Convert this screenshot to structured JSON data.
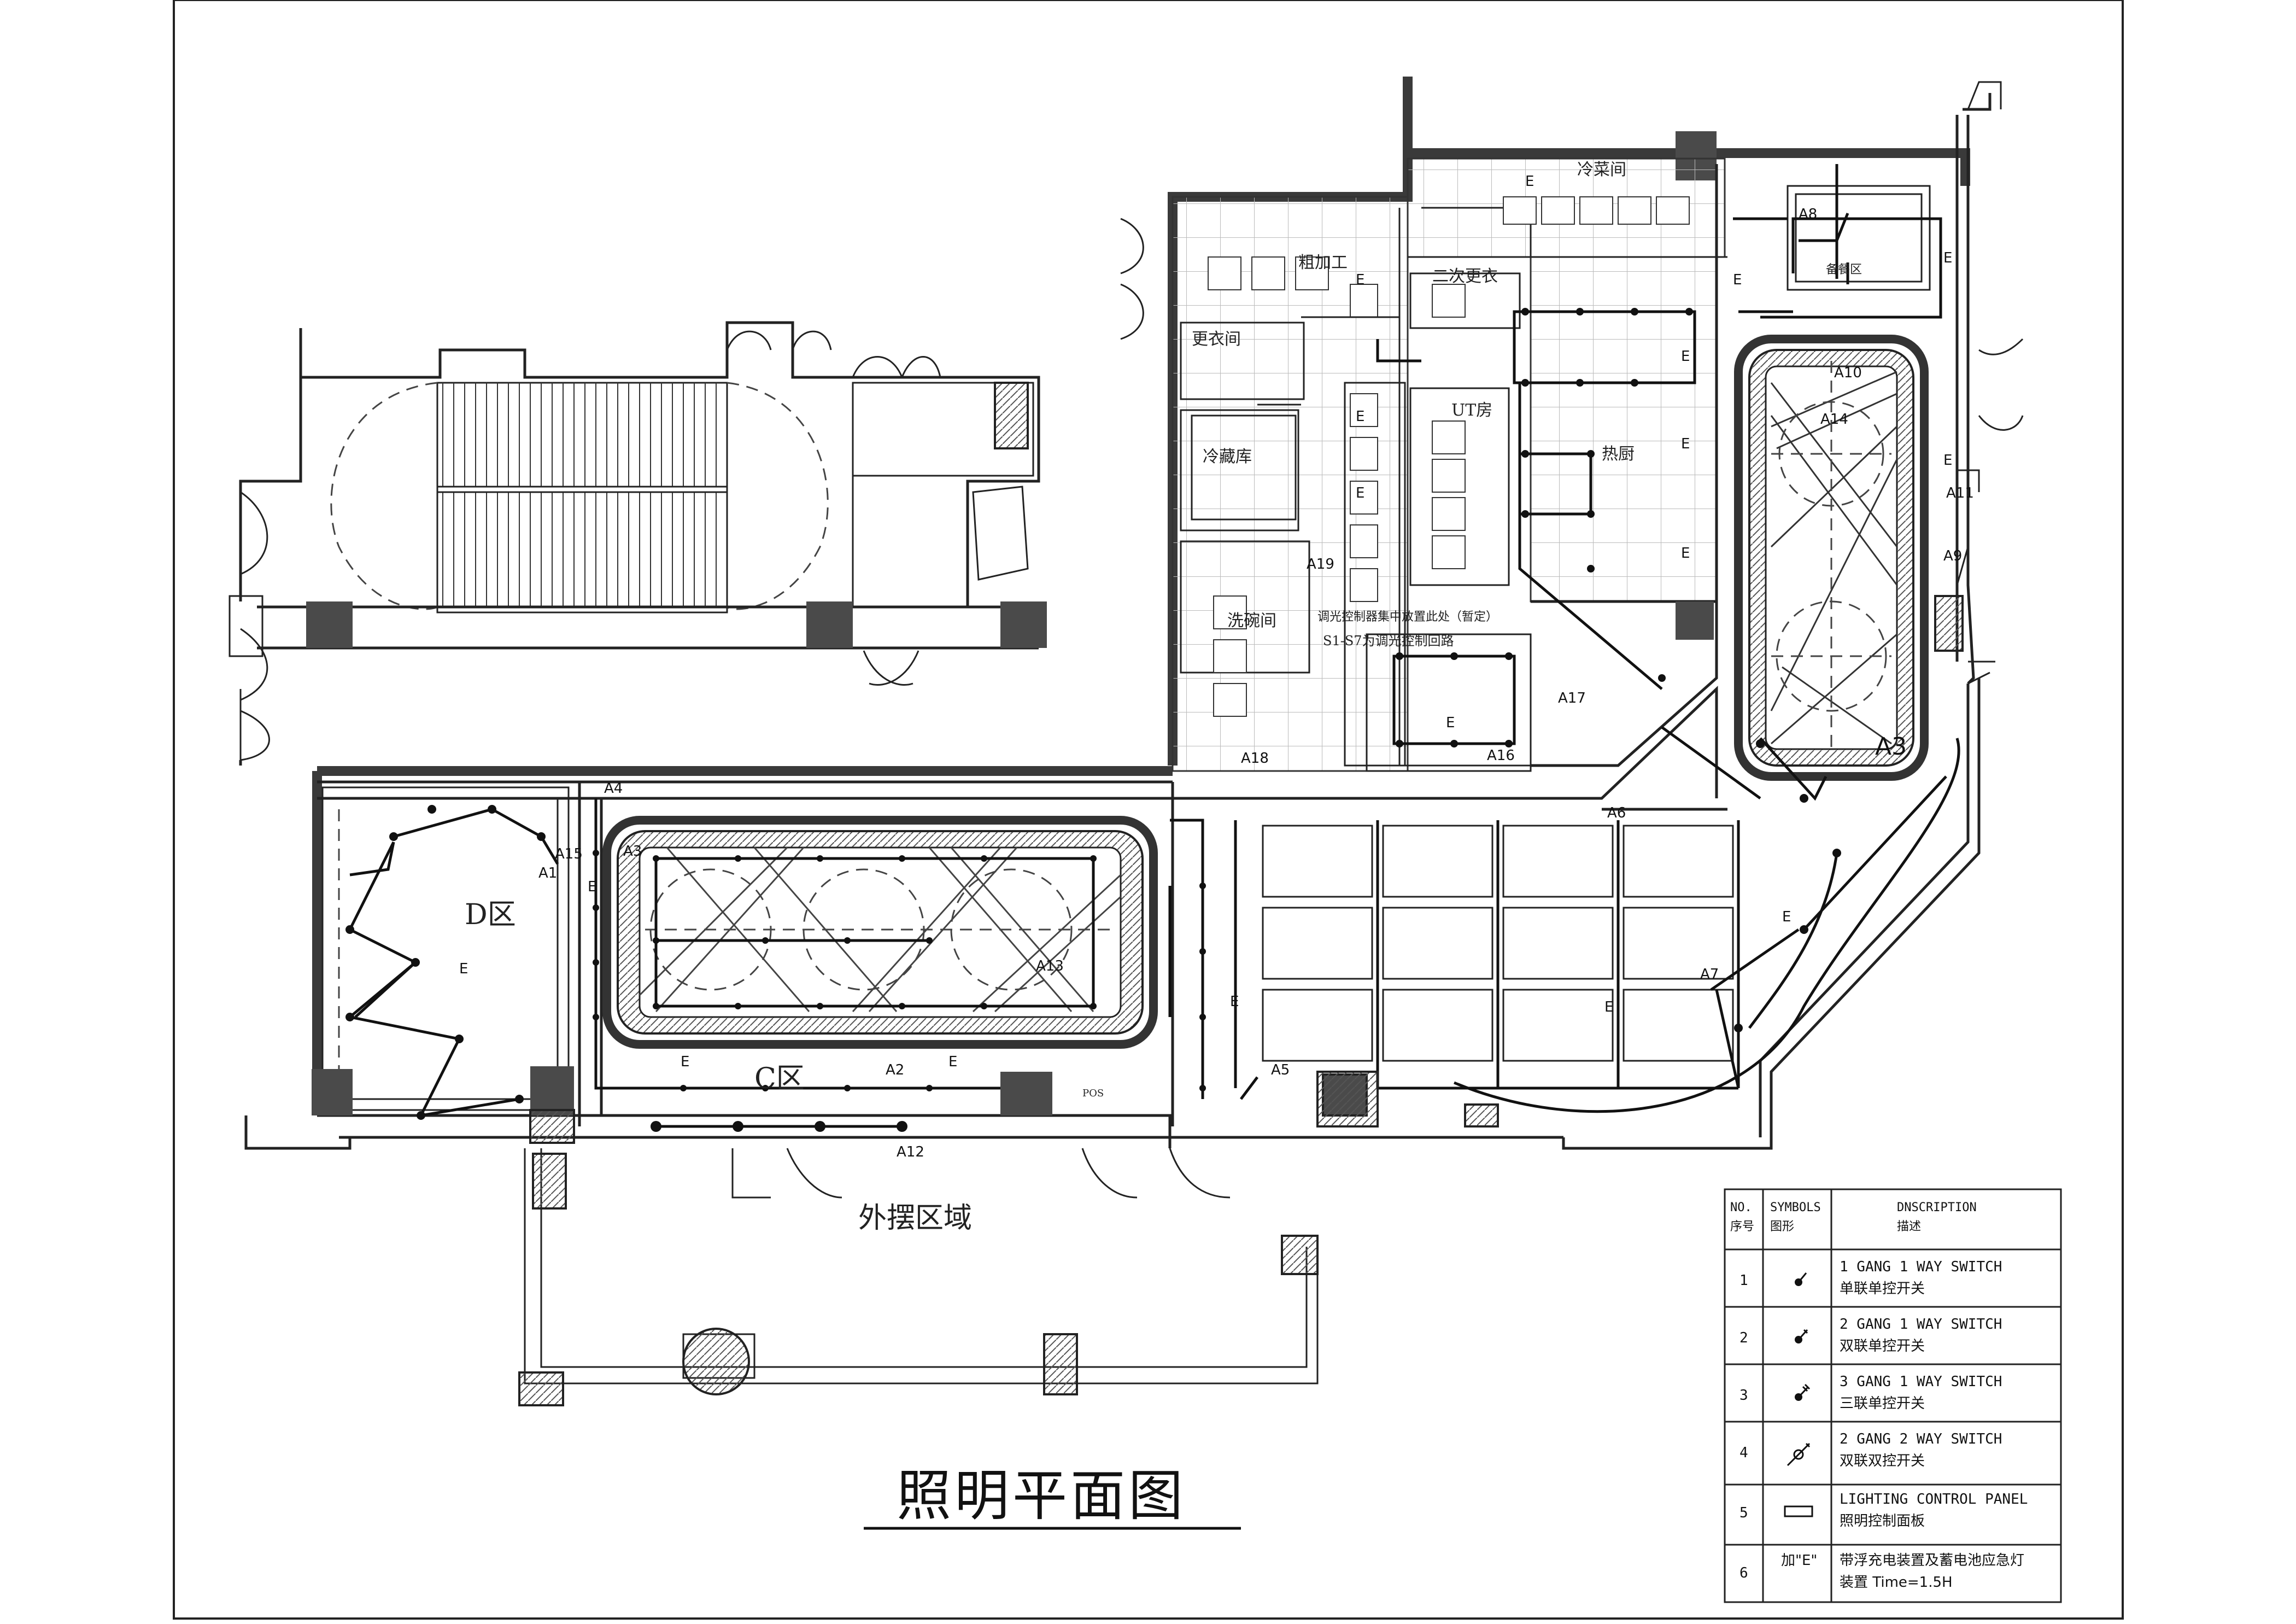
{
  "drawing": {
    "title": "照明平面图",
    "area_labels": {
      "zone_d": "D区",
      "zone_c": "C区",
      "outdoor": "外摆区域",
      "cold_dish": "冷菜间",
      "rough_processing": "粗加工",
      "second_change": "二次更衣",
      "changing_room": "更衣间",
      "cold_storage": "冷藏库",
      "dish_wash": "洗碗间",
      "hot_kitchen": "热厨",
      "ut_room": "UT房",
      "dressing": "备餐区",
      "pos": "POS",
      "dimmer_note_1": "调光控制器集中放置此处（暂定）",
      "dimmer_note_2": "S1-S7为调光控制回路"
    },
    "circuit_tags": [
      "A1",
      "A2",
      "A3",
      "A4",
      "A5",
      "A6",
      "A7",
      "A8",
      "A9",
      "A10",
      "A11",
      "A12",
      "A13",
      "A14",
      "A15",
      "A16",
      "A17",
      "A18",
      "A19",
      "A3"
    ],
    "emergency_mark": "E"
  },
  "legend": {
    "headers": {
      "no_en": "NO.",
      "no_cn": "序号",
      "sym_en": "SYMBOLS",
      "sym_cn": "图形",
      "desc_en": "DNSCRIPTION",
      "desc_cn": "描述"
    },
    "rows": [
      {
        "no": "1",
        "en": "1 GANG 1 WAY SWITCH",
        "cn": "单联单控开关",
        "symbol": "switch-1gang-1way-icon"
      },
      {
        "no": "2",
        "en": "2 GANG 1 WAY SWITCH",
        "cn": "双联单控开关",
        "symbol": "switch-2gang-1way-icon"
      },
      {
        "no": "3",
        "en": "3 GANG 1 WAY SWITCH",
        "cn": "三联单控开关",
        "symbol": "switch-3gang-1way-icon"
      },
      {
        "no": "4",
        "en": "2 GANG 2 WAY SWITCH",
        "cn": "双联双控开关",
        "symbol": "switch-2gang-2way-icon"
      },
      {
        "no": "5",
        "en": "LIGHTING CONTROL PANEL",
        "cn": "照明控制面板",
        "symbol": "lighting-panel-icon"
      },
      {
        "no": "6",
        "en": "带浮充电装置及蓄电池应急灯",
        "cn": "装置  Time=1.5H",
        "symbol": "加\"E\""
      }
    ]
  }
}
